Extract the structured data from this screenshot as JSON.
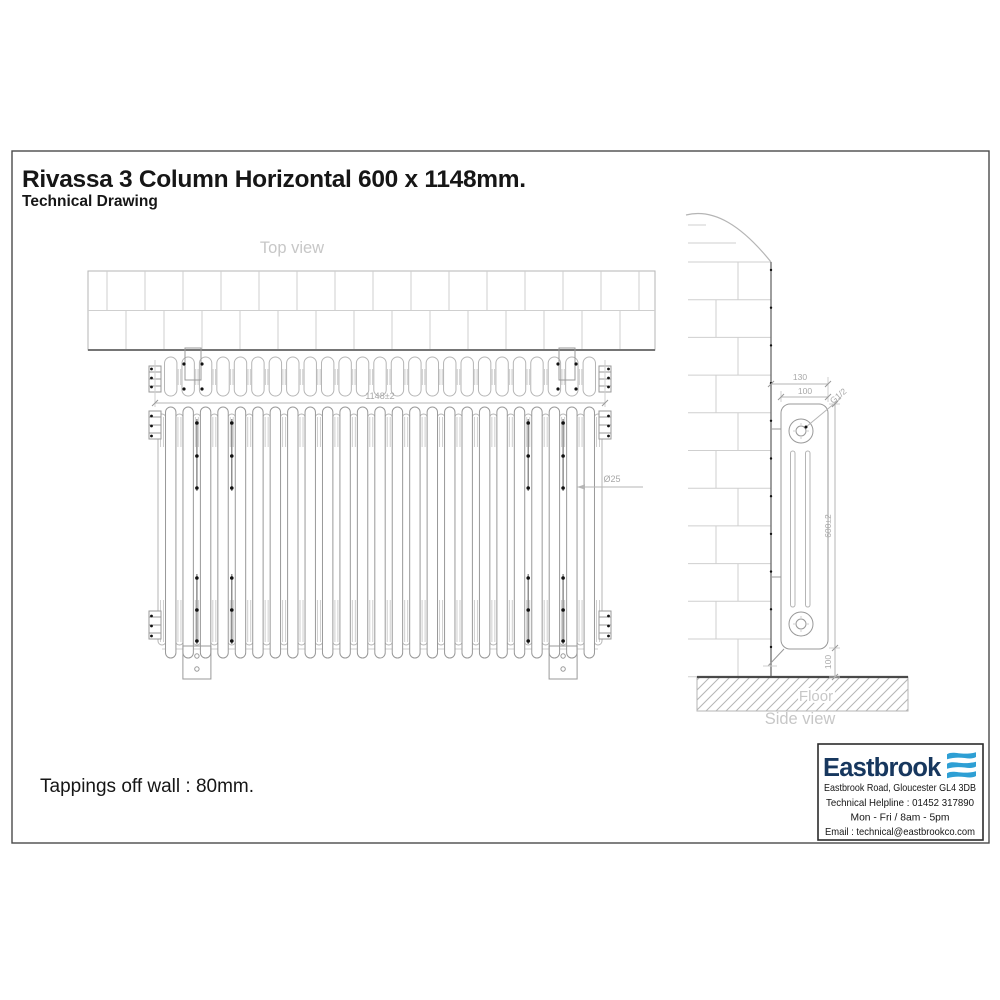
{
  "header": {
    "title": "Rivassa 3 Column Horizontal 600 x 1148mm.",
    "subtitle": "Technical Drawing"
  },
  "labels": {
    "top_view": "Top view",
    "side_view": "Side view",
    "floor": "Floor"
  },
  "note": "Tappings off wall : 80mm.",
  "dims": {
    "length": "1148±2",
    "diameter": "Ø25",
    "depth_overall": "130",
    "depth": "100",
    "tapping": "G1/2",
    "height": "600±2",
    "floor_clearance": "100"
  },
  "footer": {
    "brand": "Eastbrook",
    "logo_icon": "waves-icon",
    "address": "Eastbrook Road, Gloucester GL4 3DB",
    "helpline": "Technical Helpline : 01452 317890",
    "hours": "Mon - Fri / 8am - 5pm",
    "email": "Email : technical@eastbrookco.com"
  },
  "colors": {
    "ink": "#161616",
    "frame": "#4a4a4a",
    "line_light": "#b5b5b5",
    "line_mid": "#999999",
    "line_dark": "#757575",
    "line_faint": "#cfcfcf",
    "label_gray": "#c7c7c7",
    "dim_gray": "#a8a8a8",
    "dot_black": "#111111",
    "navy": "#17375e",
    "blue": "#2e9fd4"
  }
}
